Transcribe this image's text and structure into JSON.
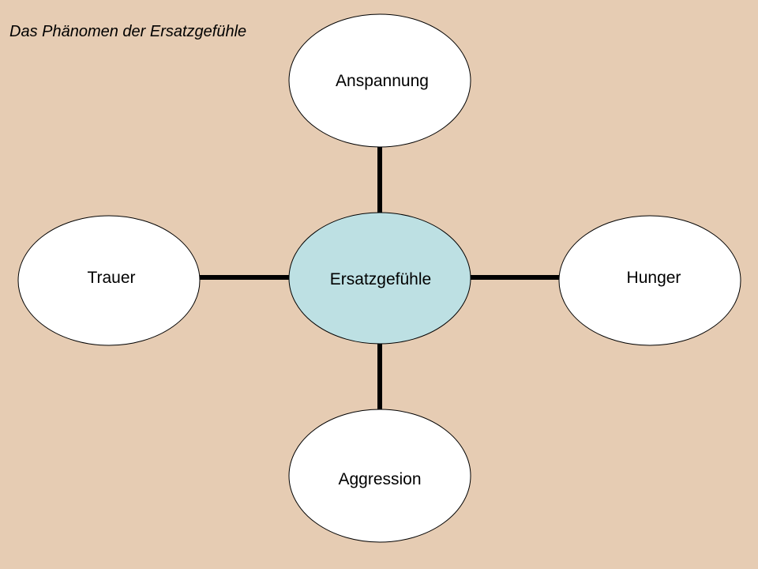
{
  "slide": {
    "title": "Das Phänomen der Ersatzgefühle"
  },
  "diagram": {
    "center": {
      "label": "Ersatzgefühle",
      "fill": "#bde0e3"
    },
    "top": {
      "label": "Anspannung",
      "fill": "#ffffff"
    },
    "right": {
      "label": "Hunger",
      "fill": "#ffffff"
    },
    "bottom": {
      "label": "Aggression",
      "fill": "#ffffff"
    },
    "left": {
      "label": "Trauer",
      "fill": "#ffffff"
    },
    "connector_color": "#000000",
    "background": "#e6ccb3"
  }
}
